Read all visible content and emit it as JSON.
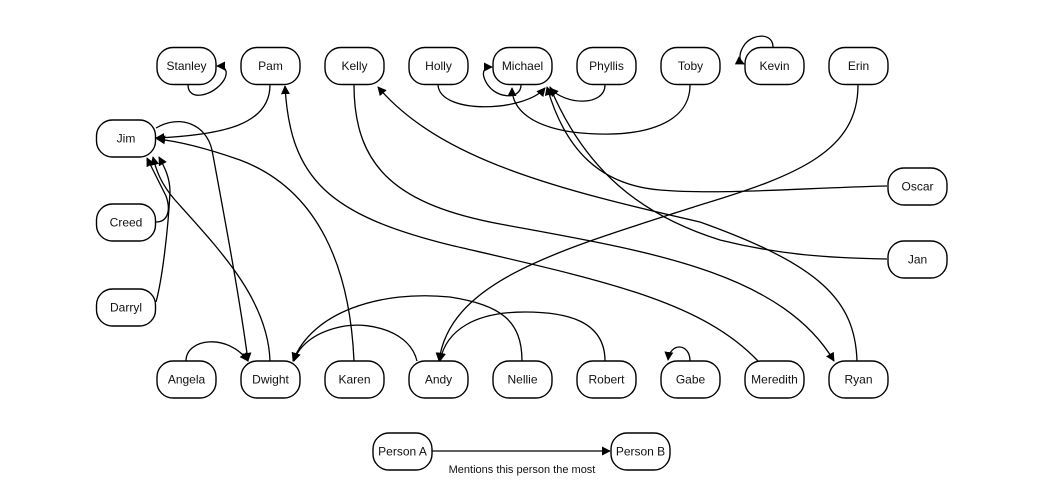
{
  "diagram": {
    "title": "",
    "nodes": [
      {
        "label": "Stanley"
      },
      {
        "label": "Pam"
      },
      {
        "label": "Kelly"
      },
      {
        "label": "Holly"
      },
      {
        "label": "Michael"
      },
      {
        "label": "Phyllis"
      },
      {
        "label": "Toby"
      },
      {
        "label": "Kevin"
      },
      {
        "label": "Erin"
      },
      {
        "label": "Jim"
      },
      {
        "label": "Creed"
      },
      {
        "label": "Darryl"
      },
      {
        "label": "Oscar"
      },
      {
        "label": "Jan"
      },
      {
        "label": "Angela"
      },
      {
        "label": "Dwight"
      },
      {
        "label": "Karen"
      },
      {
        "label": "Andy"
      },
      {
        "label": "Nellie"
      },
      {
        "label": "Robert"
      },
      {
        "label": "Gabe"
      },
      {
        "label": "Meredith"
      },
      {
        "label": "Ryan"
      }
    ],
    "edges": [
      {
        "from": "Stanley",
        "to": "Stanley"
      },
      {
        "from": "Pam",
        "to": "Jim"
      },
      {
        "from": "Kelly",
        "to": "Ryan"
      },
      {
        "from": "Ryan",
        "to": "Kelly"
      },
      {
        "from": "Oscar",
        "to": "Michael"
      },
      {
        "from": "Jan",
        "to": "Michael"
      },
      {
        "from": "Meredith",
        "to": "Pam"
      },
      {
        "from": "Erin",
        "to": "Andy"
      },
      {
        "from": "Robert",
        "to": "Andy"
      },
      {
        "from": "Nellie",
        "to": "Dwight"
      },
      {
        "from": "Andy",
        "to": "Dwight"
      },
      {
        "from": "Angela",
        "to": "Dwight"
      },
      {
        "from": "Karen",
        "to": "Jim"
      },
      {
        "from": "Jim",
        "to": "Dwight"
      },
      {
        "from": "Dwight",
        "to": "Jim"
      },
      {
        "from": "Creed",
        "to": "Jim"
      },
      {
        "from": "Darryl",
        "to": "Jim"
      },
      {
        "from": "Holly",
        "to": "Michael"
      },
      {
        "from": "Phyllis",
        "to": "Michael"
      },
      {
        "from": "Toby",
        "to": "Michael"
      },
      {
        "from": "Michael",
        "to": "Michael"
      },
      {
        "from": "Kevin",
        "to": "Kevin"
      },
      {
        "from": "Gabe",
        "to": "Gabe"
      }
    ],
    "legend": {
      "source_label": "Person A",
      "target_label": "Person B",
      "caption": "Mentions this person the most"
    }
  }
}
